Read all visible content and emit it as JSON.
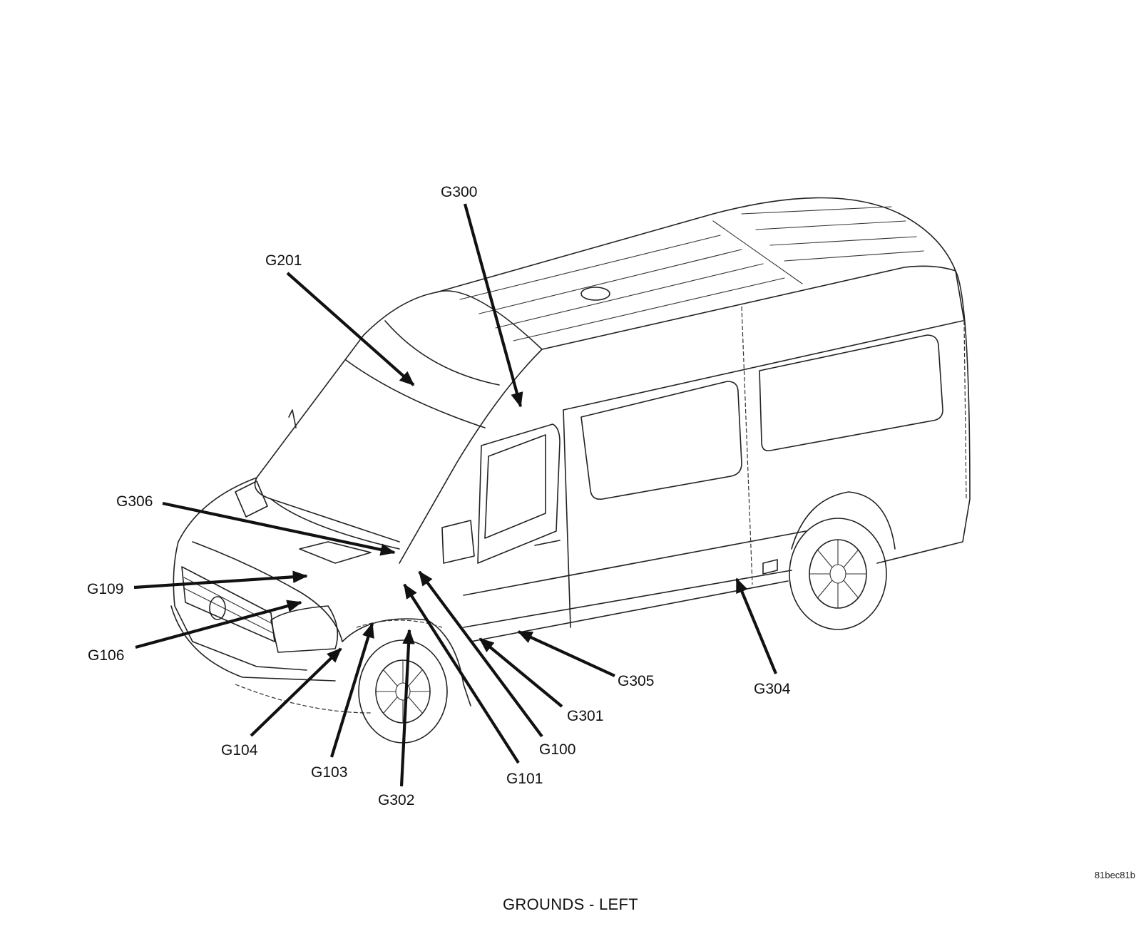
{
  "caption": "GROUNDS - LEFT",
  "figure_code": "81bec81b",
  "callouts": [
    {
      "id": "G300",
      "label": "G300"
    },
    {
      "id": "G201",
      "label": "G201"
    },
    {
      "id": "G306",
      "label": "G306"
    },
    {
      "id": "G109",
      "label": "G109"
    },
    {
      "id": "G106",
      "label": "G106"
    },
    {
      "id": "G104",
      "label": "G104"
    },
    {
      "id": "G103",
      "label": "G103"
    },
    {
      "id": "G302",
      "label": "G302"
    },
    {
      "id": "G101",
      "label": "G101"
    },
    {
      "id": "G100",
      "label": "G100"
    },
    {
      "id": "G301",
      "label": "G301"
    },
    {
      "id": "G305",
      "label": "G305"
    },
    {
      "id": "G304",
      "label": "G304"
    }
  ]
}
